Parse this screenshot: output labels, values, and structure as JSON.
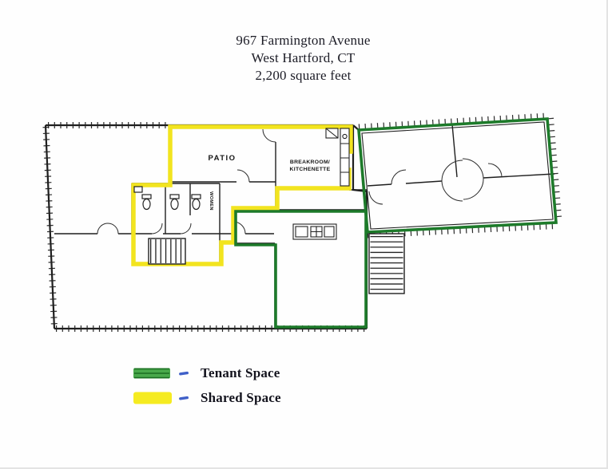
{
  "title": {
    "line1": "967 Farmington Avenue",
    "line2": "West Hartford, CT",
    "line3": "2,200 square feet"
  },
  "floorplan": {
    "labels": {
      "patio": "PATIO",
      "breakroom_line1": "BREAKROOM/",
      "breakroom_line2": "KITCHENETTE",
      "women": "WOMEN"
    },
    "colors": {
      "tenant_outline": "#1d7a2a",
      "shared_outline": "#f2e41f",
      "walls": "#1f1f1f"
    }
  },
  "legend": {
    "items": [
      {
        "id": "tenant",
        "label": "Tenant Space",
        "swatch_fill": "#49a94b",
        "swatch_stroke": "#1b6e23",
        "dash_color": "#4060c8"
      },
      {
        "id": "shared",
        "label": "Shared Space",
        "swatch_fill": "#f5eb21",
        "swatch_stroke": "#ddd014",
        "dash_color": "#4060c8"
      }
    ]
  }
}
